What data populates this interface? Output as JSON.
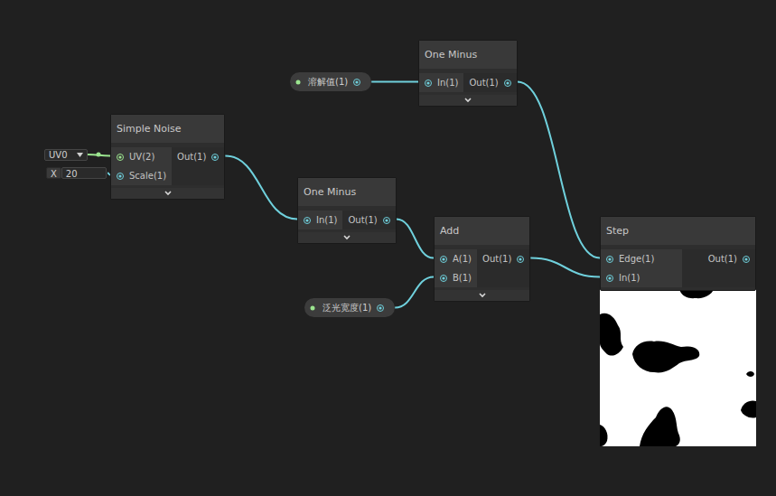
{
  "diagram": {
    "nodes": [
      {
        "text": [
          "溶解值(1)"
        ]
      },
      {
        "text": [
          "One Minus",
          "In(1)",
          "Out(1)"
        ]
      },
      {
        "text": [
          "UV0"
        ]
      },
      {
        "text": [
          "X",
          "20"
        ]
      },
      {
        "text": [
          "Simple Noise",
          "UV(2)",
          "Scale(1)",
          "Out(1)"
        ]
      },
      {
        "text": [
          "One Minus",
          "In(1)",
          "Out(1)"
        ]
      },
      {
        "text": [
          "Add",
          "A(1)",
          "B(1)",
          "Out(1)"
        ]
      },
      {
        "text": [
          "泛光宽度(1)"
        ]
      },
      {
        "text": [
          "Step",
          "Edge(1)",
          "In(1)",
          "Out(1)"
        ]
      }
    ],
    "edges": [
      {
        "from": 0,
        "to": 1,
        "arrow": "none"
      },
      {
        "from": 1,
        "to": 8,
        "arrow": "none"
      },
      {
        "from": 2,
        "to": 4,
        "arrow": "none"
      },
      {
        "from": 3,
        "to": 4,
        "arrow": "none"
      },
      {
        "from": 4,
        "to": 5,
        "arrow": "none"
      },
      {
        "from": 5,
        "to": 6,
        "arrow": "none"
      },
      {
        "from": 7,
        "to": 6,
        "arrow": "none"
      },
      {
        "from": 6,
        "to": 8,
        "arrow": "none"
      }
    ]
  }
}
